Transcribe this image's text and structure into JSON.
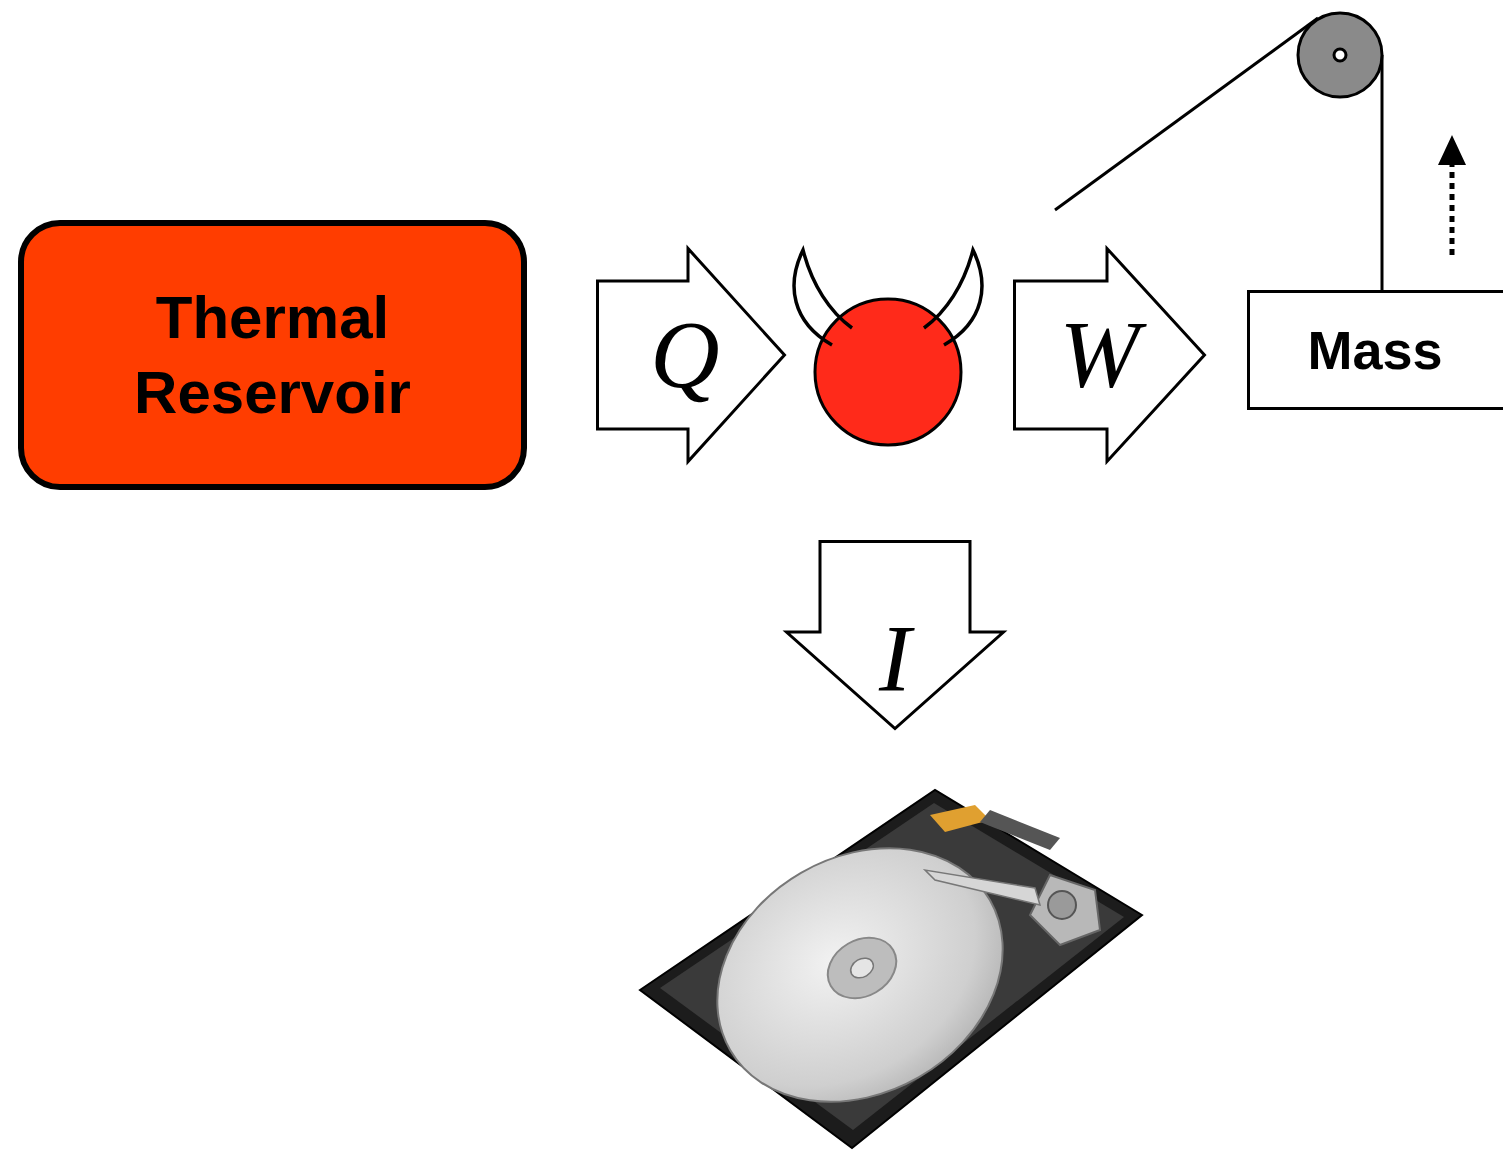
{
  "diagram": {
    "nodes": [
      {
        "text": [
          "Thermal Reservoir"
        ]
      },
      {
        "text": [
          "Q"
        ]
      },
      {
        "text": [
          "W"
        ]
      },
      {
        "text": [
          "Mass"
        ]
      },
      {
        "text": [
          "I"
        ]
      }
    ]
  }
}
